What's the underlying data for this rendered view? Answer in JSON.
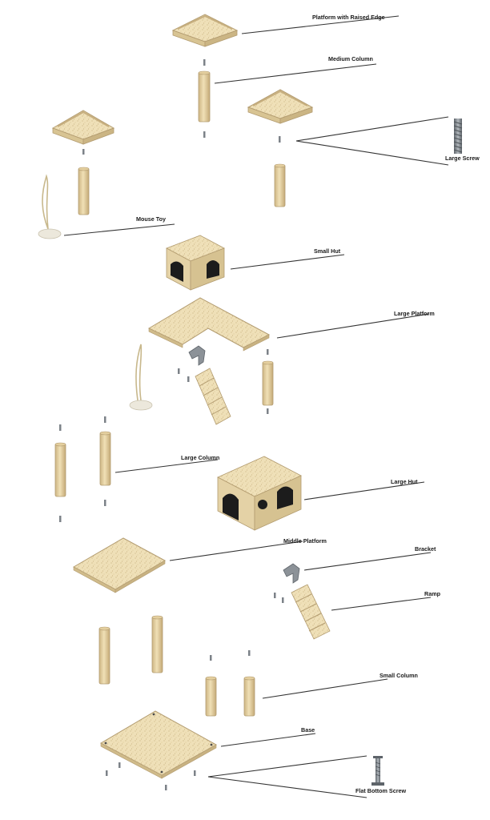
{
  "colors": {
    "board": "#efe0b8",
    "board_edge": "#bca67c",
    "board_side": "#d8c493",
    "column": "#e9d6a9",
    "column_shade": "#c9b080",
    "hole": "#1c1c1c",
    "metal": "#8c9298",
    "metal_dark": "#5e646a",
    "rope": "#c8b88c",
    "leader": "#333333"
  },
  "labels": {
    "platform_raised_edge": "Platform with Raised Edge",
    "medium_column": "Medium Column",
    "large_screw": "Large Screw",
    "mouse_toy": "Mouse Toy",
    "small_hut": "Small Hut",
    "large_platform": "Large Platform",
    "large_column": "Large Column",
    "large_hut": "Large Hut",
    "middle_platform": "Middle Platform",
    "bracket": "Bracket",
    "ramp": "Ramp",
    "small_column": "Small Column",
    "base": "Base",
    "flat_bottom_screw": "Flat Bottom Screw"
  }
}
